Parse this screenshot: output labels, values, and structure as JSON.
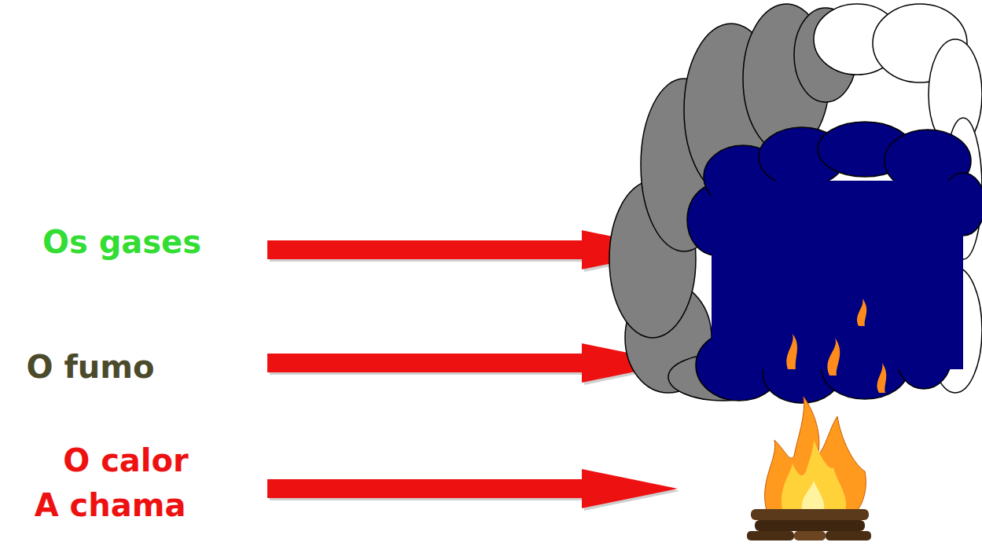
{
  "diagram": {
    "labels": [
      "Os gases",
      "O fumo",
      "O calor",
      "A chama"
    ]
  }
}
